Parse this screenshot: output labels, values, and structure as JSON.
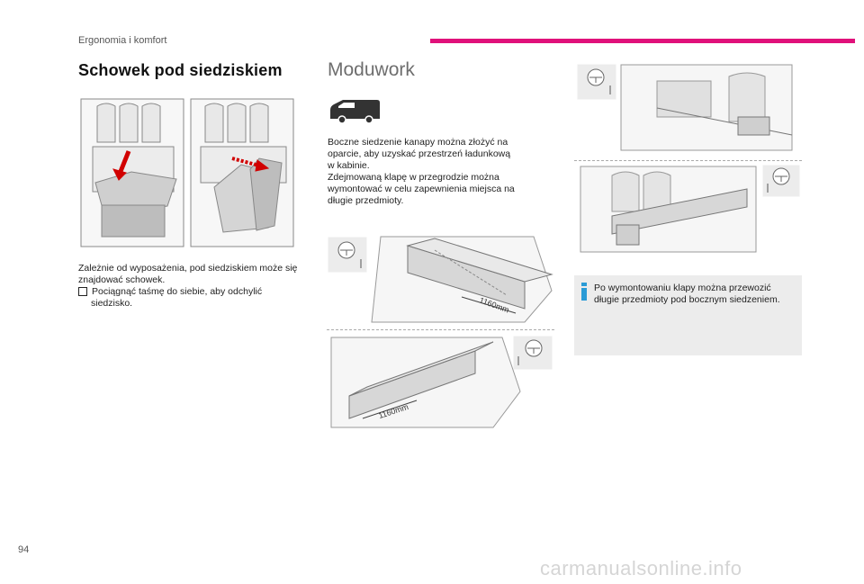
{
  "header": {
    "section": "Ergonomia i komfort",
    "accent_color": "#e0117a"
  },
  "left": {
    "title": "Schowek pod siedziskiem",
    "paragraph": "Zależnie od wyposażenia, pod siedziskiem może się znajdować schowek.",
    "bullet_symbol": "",
    "bullet_text_line1": "Pociągnąć taśmę do siebie, aby odchylić",
    "bullet_text_line2": "siedzisko."
  },
  "middle": {
    "title": "Moduwork",
    "description_lines": [
      "Boczne siedzenie kanapy można złożyć na",
      "oparcie, aby uzyskać przestrzeń ładunkową",
      "w kabinie.",
      "Zdejmowaną klapę w przegrodzie można",
      "wymontować w celu zapewnienia miejsca na",
      "długie przedmioty."
    ],
    "dimension_top": "1160mm",
    "dimension_bottom": "1160mm"
  },
  "right": {
    "note_text": "Po wymontowaniu klapy można przewozić długie przedmioty pod bocznym siedzeniem.",
    "note_color": "#2a9bd6"
  },
  "footer": {
    "page_number": "94",
    "watermark": "carmanualsonline.info"
  }
}
